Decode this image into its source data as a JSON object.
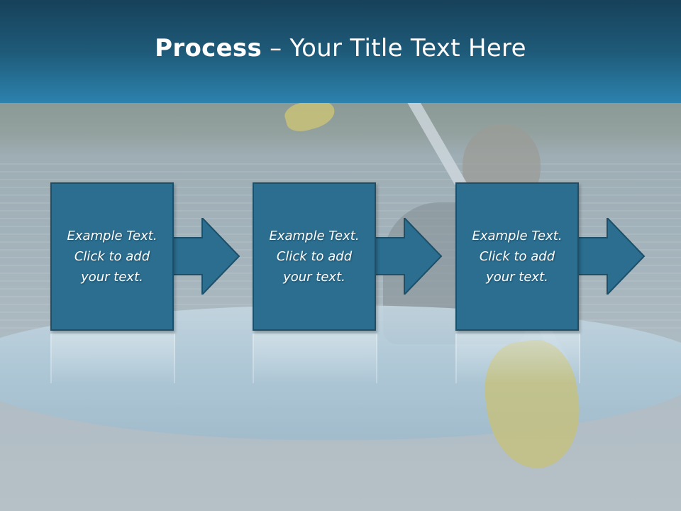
{
  "slide": {
    "title_bold": "Process",
    "title_rest": " – Your Title Text Here",
    "steps": [
      {
        "line1": "Example Text.",
        "line2": "Click  to add",
        "line3": "your text."
      },
      {
        "line1": "Example Text.",
        "line2": "Click  to add",
        "line3": "your text."
      },
      {
        "line1": "Example Text.",
        "line2": "Click  to add",
        "line3": "your text."
      }
    ]
  },
  "colors": {
    "title_bar_top": "#17415a",
    "title_bar_bottom": "#2c82ae",
    "step_fill": "#2b6e90",
    "step_border": "#1d4f68"
  },
  "background_image": "kayak-photo"
}
